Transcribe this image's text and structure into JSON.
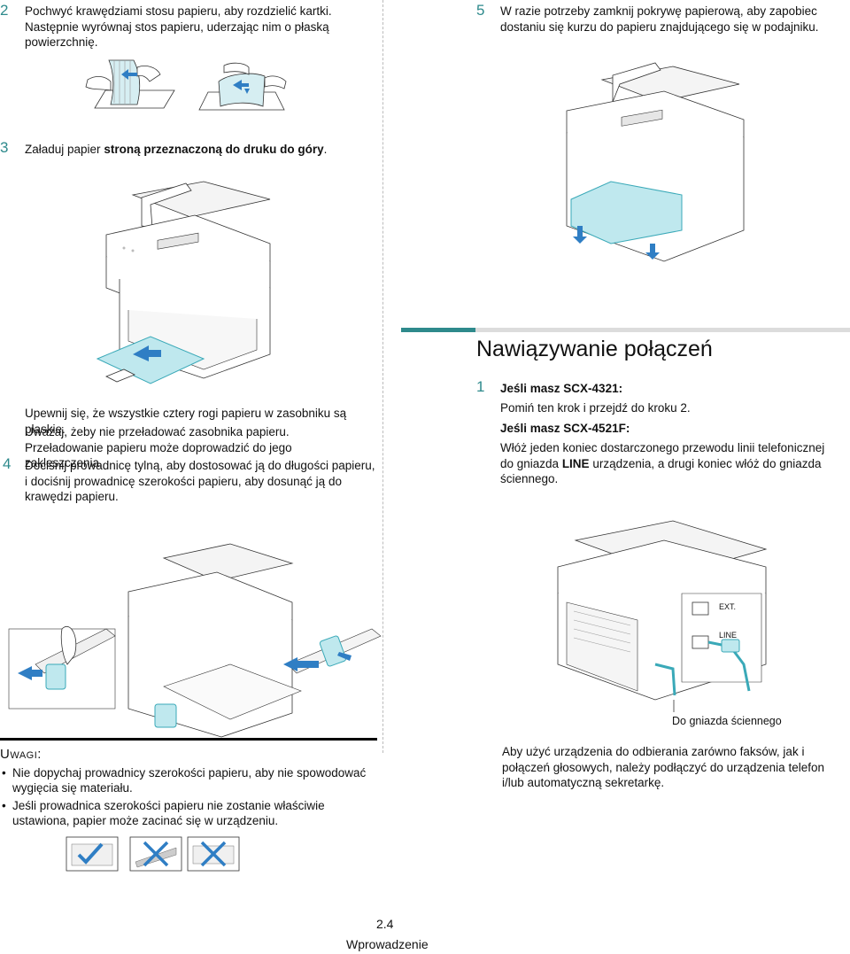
{
  "left": {
    "step2": {
      "num": "2",
      "text": "Pochwyć krawędziami stosu papieru, aby rozdzielić kartki. Następnie wyrównaj stos papieru, uderzając nim o płaską powierzchnię."
    },
    "step3": {
      "num": "3",
      "text_a": "Załaduj papier ",
      "text_b": "stroną przeznaczoną do druku do góry",
      "text_c": "."
    },
    "para1": "Upewnij się, że wszystkie cztery rogi papieru w zasobniku są płaskie.",
    "para2": "Uważaj, żeby nie przeładować zasobnika papieru. Przeładowanie papieru może doprowadzić do jego zakleszczenia.",
    "step4": {
      "num": "4",
      "text": "Dociśnij prowadnicę tylną, aby dostosować ją do długości papieru, i dociśnij prowadnicę szerokości papieru, aby dosunąć ją do krawędzi papieru."
    },
    "note": {
      "head_u": "U",
      "head_rest": "WAGI",
      "head_colon": ":",
      "items": [
        "Nie dopychaj prowadnicy szerokości papieru, aby nie spowodować wygięcia się materiału.",
        "Jeśli prowadnica szerokości papieru nie zostanie właściwie ustawiona, papier może zacinać się w urządzeniu."
      ]
    }
  },
  "right": {
    "step5": {
      "num": "5",
      "text": "W razie potrzeby zamknij pokrywę papierową, aby zapobiec dostaniu się kurzu do papieru znajdującego się w podajniku."
    },
    "section_title": "Nawiązywanie połączeń",
    "step1": {
      "num": "1",
      "model1_label": "Jeśli masz SCX-4321:",
      "model1_text": "Pomiń ten krok i przejdź do kroku 2.",
      "model2_label": "Jeśli masz SCX-4521F:",
      "model2_text_a": "Włóż jeden koniec dostarczonego przewodu linii telefonicznej do gniazda ",
      "model2_text_b": "LINE",
      "model2_text_c": " urządzenia, a drugi koniec włóż do gniazda ściennego."
    },
    "port_labels": [
      "EXT.",
      "LINE"
    ],
    "wall_label": "Do gniazda ściennego",
    "bottom_text": "Aby użyć urządzenia do odbierania zarówno faksów, jak i połączeń głosowych, należy podłączyć do urządzenia telefon i/lub automatyczną sekretarkę."
  },
  "footer": {
    "page": "2.4",
    "section": "Wprowadzenie"
  },
  "colors": {
    "accent": "#2e8a8c",
    "tray": "#bfe8ee",
    "tray_stroke": "#3aa9b8",
    "arrow": "#2f7ec4"
  },
  "icons": [
    "printer-illustration",
    "paper-stack-illustration",
    "check-icon",
    "cross-icon",
    "arrow-icon"
  ]
}
